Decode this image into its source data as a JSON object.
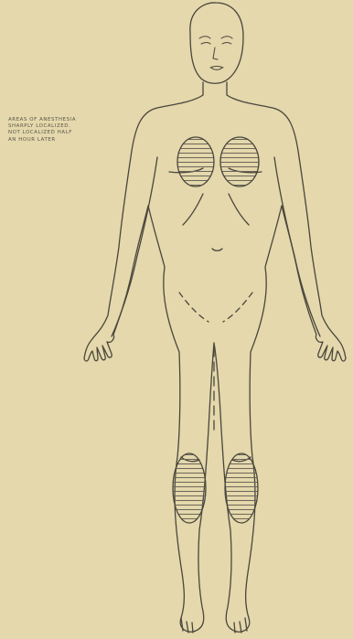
{
  "annotation": {
    "lines": [
      "Areas of anesthesia",
      "sharply localized.",
      "not localized half",
      "an hour later"
    ]
  },
  "colors": {
    "paper": "#e4d8ac",
    "ink": "#4a463c",
    "shading": "#6b665a"
  },
  "figure": {
    "subject": "female body outline, anterior view",
    "shaded_regions": [
      "right-breast-area",
      "left-breast-area",
      "right-knee-area",
      "left-knee-area"
    ]
  }
}
